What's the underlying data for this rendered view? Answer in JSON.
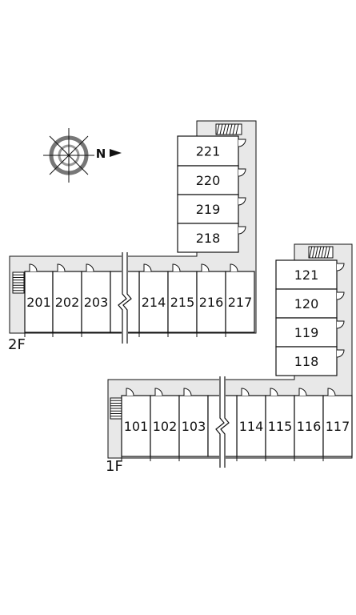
{
  "floors": [
    {
      "label": "2F",
      "units_left": [
        "201",
        "202",
        "203"
      ],
      "units_right": [
        "214",
        "215",
        "216",
        "217"
      ],
      "units_wing": [
        "221",
        "220",
        "219",
        "218"
      ]
    },
    {
      "label": "1F",
      "units_left": [
        "101",
        "102",
        "103"
      ],
      "units_right": [
        "114",
        "115",
        "116",
        "117"
      ],
      "units_wing": [
        "121",
        "120",
        "119",
        "118"
      ]
    }
  ],
  "compass": {
    "label": "N"
  },
  "colors": {
    "corridor": "#e8e8e8",
    "line": "#111111",
    "background": "#ffffff"
  }
}
